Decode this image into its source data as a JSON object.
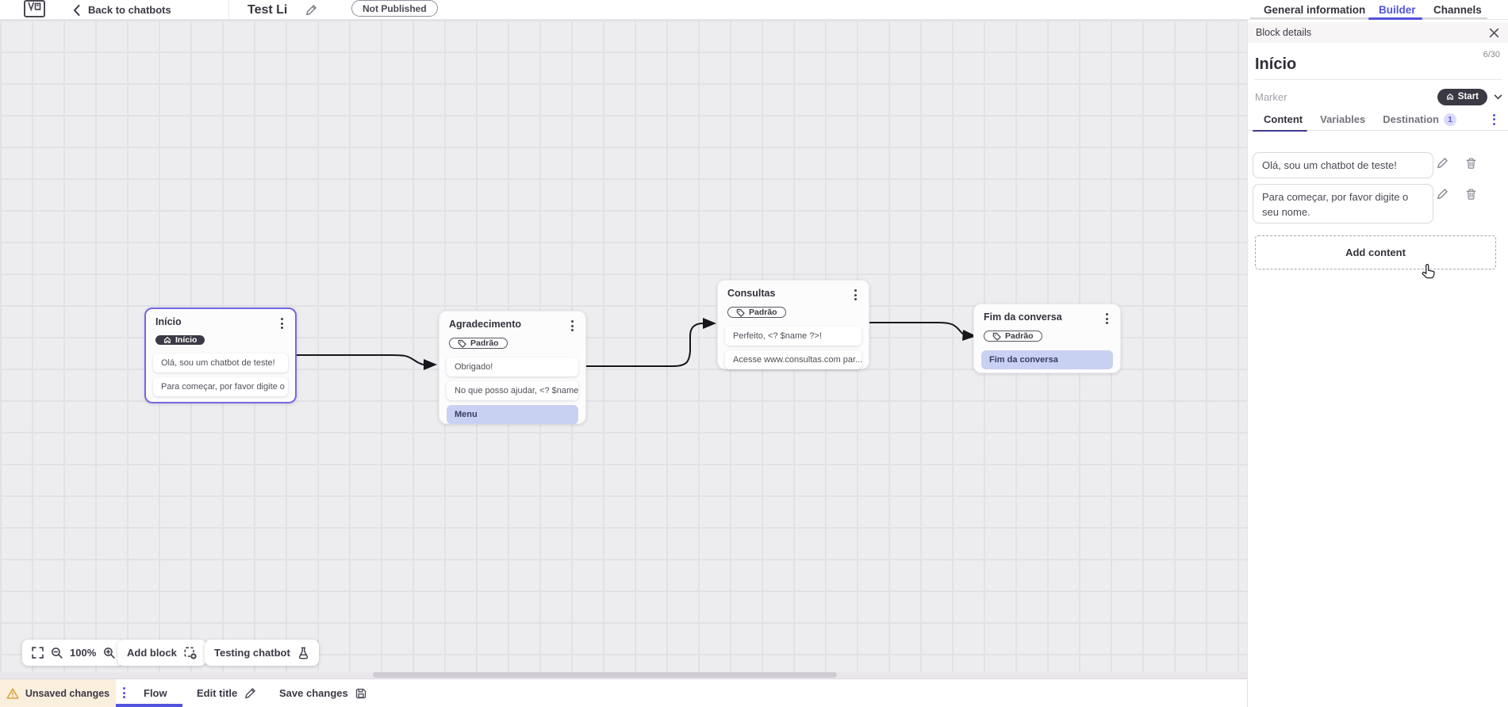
{
  "topbar": {
    "back_label": "Back to chatbots",
    "title": "Test Li",
    "status_badge": "Not Published",
    "tabs": [
      {
        "label": "General information",
        "active": false
      },
      {
        "label": "Builder",
        "active": true
      },
      {
        "label": "Channels",
        "active": false
      }
    ]
  },
  "canvas": {
    "controls": {
      "zoom_level": "100%",
      "add_block_label": "Add block",
      "testing_label": "Testing chatbot"
    },
    "blocks": [
      {
        "title": "Início",
        "badge": "Início",
        "badge_style": "dark-home",
        "selected": true,
        "messages": [
          "Olá, sou um chatbot de teste!",
          "Para começar, por favor digite o ..."
        ]
      },
      {
        "title": "Agradecimento",
        "badge": "Padrão",
        "badge_style": "outline-tag",
        "selected": false,
        "messages": [
          "Obrigado!",
          "No que posso ajudar, <? $name ..."
        ],
        "buttons": [
          "Menu"
        ]
      },
      {
        "title": "Consultas",
        "badge": "Padrão",
        "badge_style": "outline-tag",
        "selected": false,
        "messages": [
          "Perfeito, <? $name ?>!",
          "Acesse www.consultas.com par..."
        ]
      },
      {
        "title": "Fim da conversa",
        "badge": "Padrão",
        "badge_style": "outline-tag",
        "selected": false,
        "buttons": [
          "Fim da conversa"
        ]
      }
    ]
  },
  "panel": {
    "header_label": "Block details",
    "block_name": "Início",
    "name_counter": "6/30",
    "marker_label": "Marker",
    "marker_value": "Start",
    "tabs": [
      {
        "label": "Content",
        "active": true
      },
      {
        "label": "Variables",
        "active": false
      },
      {
        "label": "Destination",
        "active": false
      }
    ],
    "destination_badge": "1",
    "contents": [
      "Olá, sou um chatbot de teste!",
      "Para começar, por favor digite o seu nome."
    ],
    "add_content_label": "Add content"
  },
  "bottombar": {
    "unsaved_label": "Unsaved changes",
    "flow_label": "Flow",
    "edit_title_label": "Edit title",
    "save_label": "Save changes"
  },
  "colors": {
    "accent": "#5253df",
    "selection": "#7468e4",
    "dark-pill": "#3b3a44",
    "row-highlight": "#c9d1f2",
    "warning-bg": "#faeedd",
    "canvas-bg": "#ededef",
    "grid-line": "#e2e1e5",
    "text-dark": "#35343e"
  }
}
